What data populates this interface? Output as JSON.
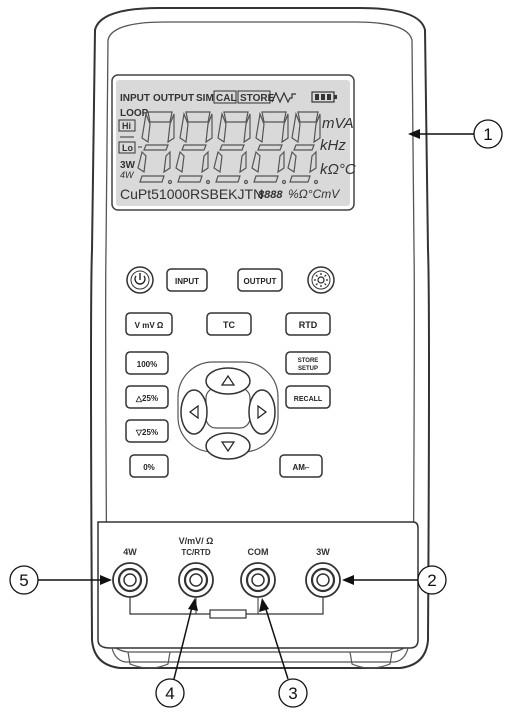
{
  "lcd": {
    "indicators": {
      "input": "INPUT",
      "output": "OUTPUT",
      "sim": "SIM",
      "cal": "CAL",
      "store": "STORE",
      "loop": "LOOP",
      "hi": "Hi",
      "lo": "Lo",
      "w3": "3W",
      "w4": "4W"
    },
    "units_right": {
      "mva": "mVA",
      "khz": "kHz",
      "kohm": "kΩ°C"
    },
    "bottom_left": "CuPt51000RSBEKJTN",
    "bottom_right_digits": "8888",
    "bottom_right_units": "%Ω°CmV"
  },
  "buttons": {
    "power": "⏻",
    "input": "INPUT",
    "output": "OUTPUT",
    "backlight": "☼",
    "v_mv_ohm": "V mV Ω",
    "tc": "TC",
    "rtd": "RTD",
    "pct100": "100%",
    "store_line1": "STORE",
    "store_line2": "SETUP",
    "up25": "△25%",
    "recall": "RECALL",
    "down25": "▽25%",
    "pct0": "0%",
    "ramp": "AM⌐"
  },
  "jacks": {
    "w4": "4W",
    "vmv_line1": "V/mV/ Ω",
    "vmv_line2": "TC/RTD",
    "com": "COM",
    "w3": "3W"
  },
  "callouts": [
    "1",
    "2",
    "3",
    "4",
    "5"
  ],
  "colors": {
    "body": "#ffffff",
    "outline": "#333333",
    "lcd_bg": "#d9d9d9",
    "dark_band": "#444444"
  }
}
